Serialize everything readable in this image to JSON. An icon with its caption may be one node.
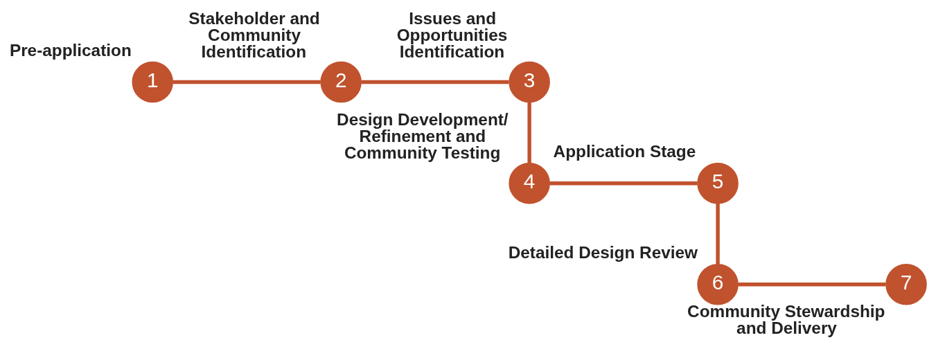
{
  "diagram": {
    "nodes": [
      {
        "text": [
          "1"
        ],
        "beside": [
          "Pre-application"
        ]
      },
      {
        "text": [
          "2"
        ],
        "beside": [
          "Stakeholder and Community Identification"
        ]
      },
      {
        "text": [
          "3"
        ],
        "beside": [
          "Issues and Opportunities Identification"
        ]
      },
      {
        "text": [
          "4"
        ],
        "beside": [
          "Design Development/ Refinement and Community Testing"
        ]
      },
      {
        "text": [
          "5"
        ],
        "beside": [
          "Application Stage"
        ]
      },
      {
        "text": [
          "6"
        ],
        "beside": [
          "Detailed Design Review"
        ]
      },
      {
        "text": [
          "7"
        ],
        "beside": [
          "Community Stewardship and Delivery"
        ]
      }
    ],
    "edges": [
      {
        "from": 0,
        "to": 1,
        "arrow": "none"
      },
      {
        "from": 1,
        "to": 2,
        "arrow": "none"
      },
      {
        "from": 2,
        "to": 3,
        "arrow": "none"
      },
      {
        "from": 3,
        "to": 4,
        "arrow": "none"
      },
      {
        "from": 4,
        "to": 5,
        "arrow": "none"
      },
      {
        "from": 5,
        "to": 6,
        "arrow": "none"
      }
    ]
  }
}
